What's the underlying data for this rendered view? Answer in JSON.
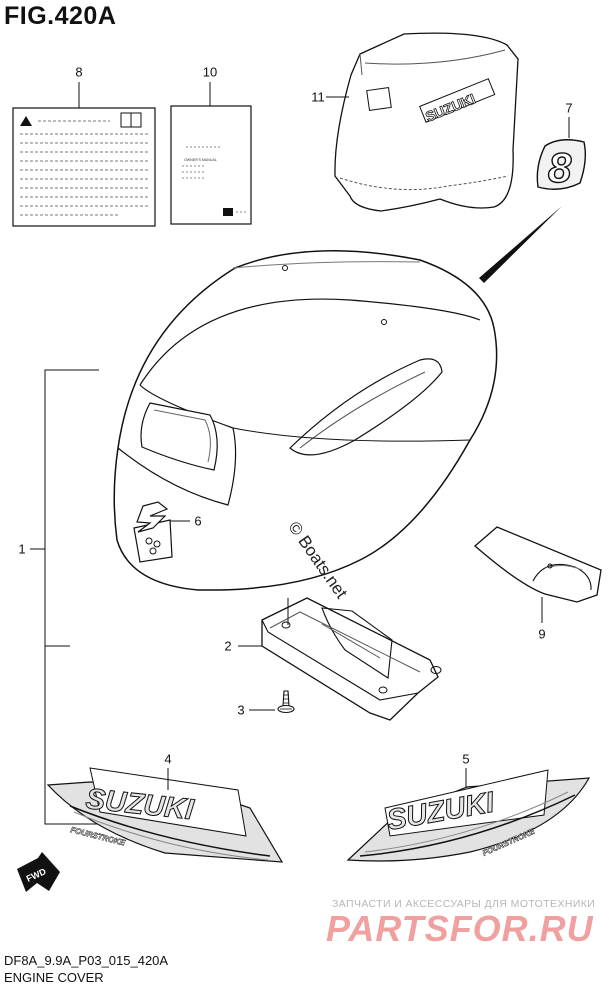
{
  "figure": {
    "title": "FIG.420A",
    "code": "DF8A_9.9A_P03_015_420A",
    "name": "ENGINE COVER"
  },
  "callouts": [
    "1",
    "2",
    "3",
    "4",
    "5",
    "6",
    "7",
    "8",
    "9",
    "10",
    "11"
  ],
  "decals": {
    "brand": "SUZUKI",
    "model_badge": "8",
    "sub_label": "FOURSTROKE",
    "arrow_label": "FWD",
    "manual_title": "OWNER'S MANUAL"
  },
  "watermarks": {
    "copyright": "© Boats.net",
    "ru_tagline": "ЗАПЧАСТИ И АКСЕССУАРЫ ДЛЯ МОТОТЕХНИКИ",
    "ru_logo": "PARTSFOR.RU"
  },
  "colors": {
    "line": "#111111",
    "decal_gray": "#dcdcdc",
    "logo_pink": "#f1a0a0"
  }
}
